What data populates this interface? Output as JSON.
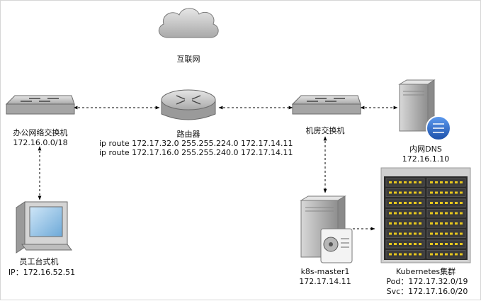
{
  "nodes": {
    "internet": {
      "label": "互联网"
    },
    "router": {
      "label": "路由器",
      "routes": [
        "ip route 172.17.32.0 255.255.224.0 172.17.14.11",
        "ip route 172.17.16.0 255.255.240.0 172.17.14.11"
      ]
    },
    "office_switch": {
      "label": "办公网络交换机",
      "subnet": "172.16.0.0/18"
    },
    "dc_switch": {
      "label": "机房交换机"
    },
    "dns": {
      "label": "内网DNS",
      "ip": "172.16.1.10"
    },
    "workstation": {
      "label": "员工台式机",
      "ip": "IP：172.16.52.51"
    },
    "k8s_master": {
      "label": "k8s-master1",
      "ip": "172.17.14.11"
    },
    "cluster": {
      "label": "Kubernetes集群",
      "pod": "Pod：172.17.32.0/19",
      "svc": "Svc：172.17.16.0/20"
    }
  },
  "colors": {
    "device_gray": "#c9c9c9",
    "device_dark": "#8c8c8c",
    "rack_black": "#2a2a2a",
    "rack_led": "#e8c81e",
    "monitor_screen": "#7fb6e0",
    "dns_badge": "#2f6fd1",
    "connector": "#000000"
  },
  "icons": {
    "internet": "cloud-icon",
    "router": "router-icon",
    "switch": "switch-icon",
    "server": "server-icon",
    "workstation": "desktop-computer-icon",
    "cluster": "server-rack-icon"
  }
}
